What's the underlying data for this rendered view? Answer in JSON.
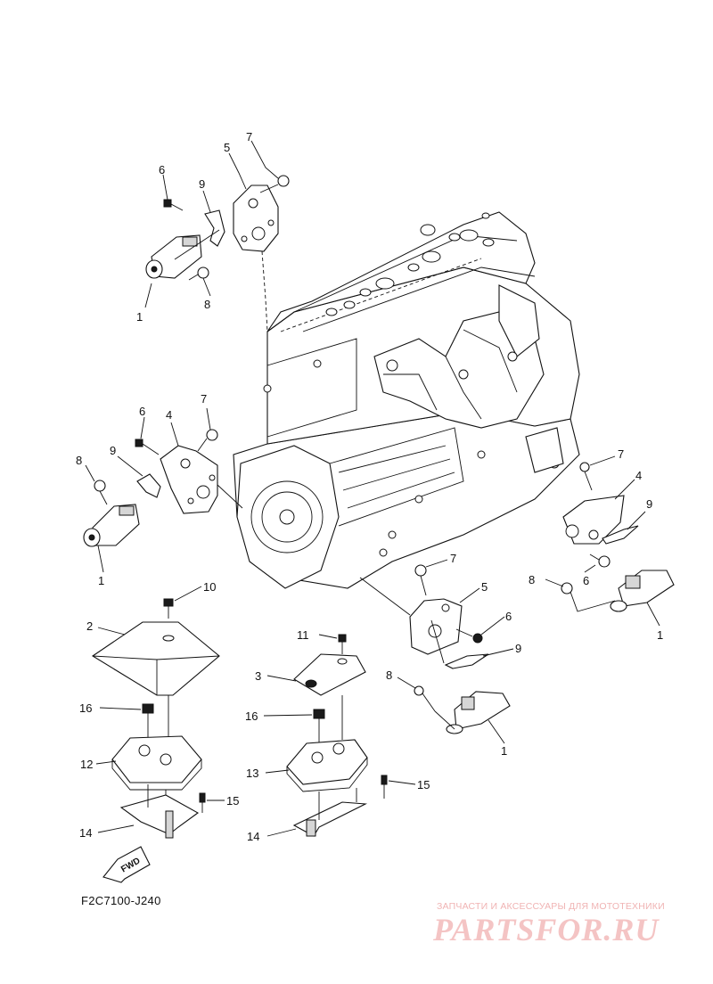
{
  "diagram": {
    "code": "F2C7100-J240",
    "fwd_label": "FWD",
    "callouts": [
      {
        "id": "c-upper-7",
        "label": "7"
      },
      {
        "id": "c-upper-5",
        "label": "5"
      },
      {
        "id": "c-upper-6",
        "label": "6"
      },
      {
        "id": "c-upper-9",
        "label": "9"
      },
      {
        "id": "c-upper-1",
        "label": "1"
      },
      {
        "id": "c-upper-8",
        "label": "8"
      },
      {
        "id": "c-left-7",
        "label": "7"
      },
      {
        "id": "c-left-6",
        "label": "6"
      },
      {
        "id": "c-left-4",
        "label": "4"
      },
      {
        "id": "c-left-8",
        "label": "8"
      },
      {
        "id": "c-left-9",
        "label": "9"
      },
      {
        "id": "c-left-1",
        "label": "1"
      },
      {
        "id": "c-right-7",
        "label": "7"
      },
      {
        "id": "c-right-4",
        "label": "4"
      },
      {
        "id": "c-right-9",
        "label": "9"
      },
      {
        "id": "c-right-8",
        "label": "8"
      },
      {
        "id": "c-right-6",
        "label": "6"
      },
      {
        "id": "c-right-1",
        "label": "1"
      },
      {
        "id": "c-mid-7",
        "label": "7"
      },
      {
        "id": "c-mid-5",
        "label": "5"
      },
      {
        "id": "c-mid-6",
        "label": "6"
      },
      {
        "id": "c-mid-9",
        "label": "9"
      },
      {
        "id": "c-mid-8",
        "label": "8"
      },
      {
        "id": "c-mid-1",
        "label": "1"
      },
      {
        "id": "c-10",
        "label": "10"
      },
      {
        "id": "c-2",
        "label": "2"
      },
      {
        "id": "c-16a",
        "label": "16"
      },
      {
        "id": "c-12",
        "label": "12"
      },
      {
        "id": "c-15a",
        "label": "15"
      },
      {
        "id": "c-14a",
        "label": "14"
      },
      {
        "id": "c-11",
        "label": "11"
      },
      {
        "id": "c-3",
        "label": "3"
      },
      {
        "id": "c-16b",
        "label": "16"
      },
      {
        "id": "c-13",
        "label": "13"
      },
      {
        "id": "c-15b",
        "label": "15"
      },
      {
        "id": "c-14b",
        "label": "14"
      }
    ]
  },
  "watermark": {
    "tagline": "ЗАПЧАСТИ И АКСЕССУАРЫ ДЛЯ МОТОТЕХНИКИ",
    "logo": "PARTSFOR.RU"
  }
}
